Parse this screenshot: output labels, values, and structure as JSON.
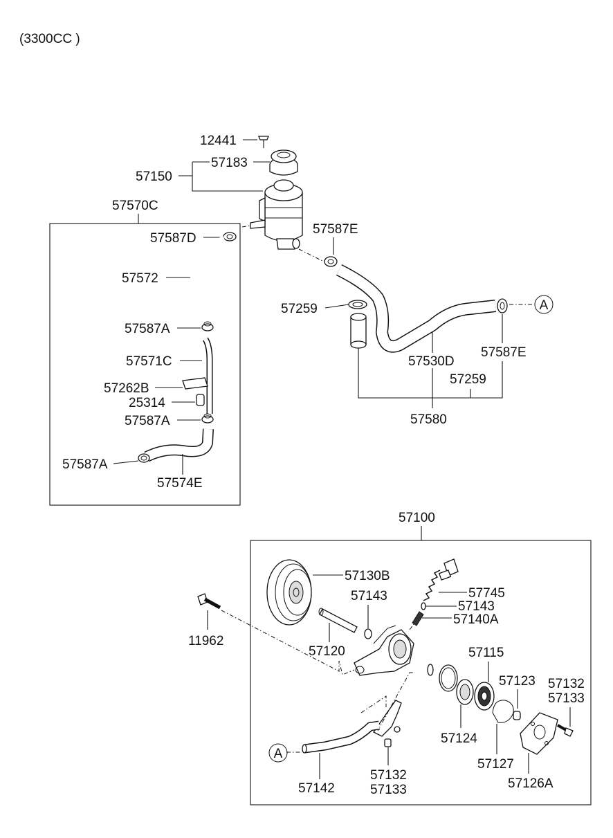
{
  "header": {
    "engine_note": "(3300CC )"
  },
  "boxes": {
    "box_57570C": "57570C",
    "box_57100": "57100"
  },
  "labels": {
    "p12441": "12441",
    "p57183": "57183",
    "p57150": "57150",
    "p57587D": "57587D",
    "p57572": "57572",
    "p57587A_1": "57587A",
    "p57571C": "57571C",
    "p57262B": "57262B",
    "p25314": "25314",
    "p57587A_2": "57587A",
    "p57587A_3": "57587A",
    "p57574E": "57574E",
    "p57587E_1": "57587E",
    "p57259_1": "57259",
    "p57530D": "57530D",
    "p57587E_2": "57587E",
    "p57259_2": "57259",
    "p57580": "57580",
    "p57130B": "57130B",
    "p57143_1": "57143",
    "p57745": "57745",
    "p57143_2": "57143",
    "p57140A": "57140A",
    "p11962": "11962",
    "p57120": "57120",
    "p57115": "57115",
    "p57123": "57123",
    "p57132_1": "57132",
    "p57133_1": "57133",
    "p57124": "57124",
    "p57127": "57127",
    "p57126A": "57126A",
    "p57142": "57142",
    "p57132_2": "57132",
    "p57133_2": "57133"
  },
  "connectors": {
    "ref_a_top": "A",
    "ref_a_bottom": "A"
  }
}
